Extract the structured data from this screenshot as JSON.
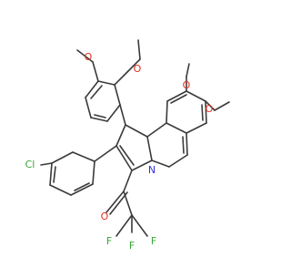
{
  "molecule": {
    "atom_labels": {
      "o_top_left": "O",
      "o_top_right": "O",
      "o_mid_left": "O",
      "o_mid_right": "O",
      "n_ring": "N",
      "cl": "Cl",
      "o_carbonyl": "O",
      "f1": "F",
      "f2": "F",
      "f3": "F"
    },
    "colors": {
      "bond": "#3a3a3a",
      "oxygen": "#e03020",
      "nitrogen": "#3030e0",
      "halogen": "#3aa43a"
    }
  }
}
